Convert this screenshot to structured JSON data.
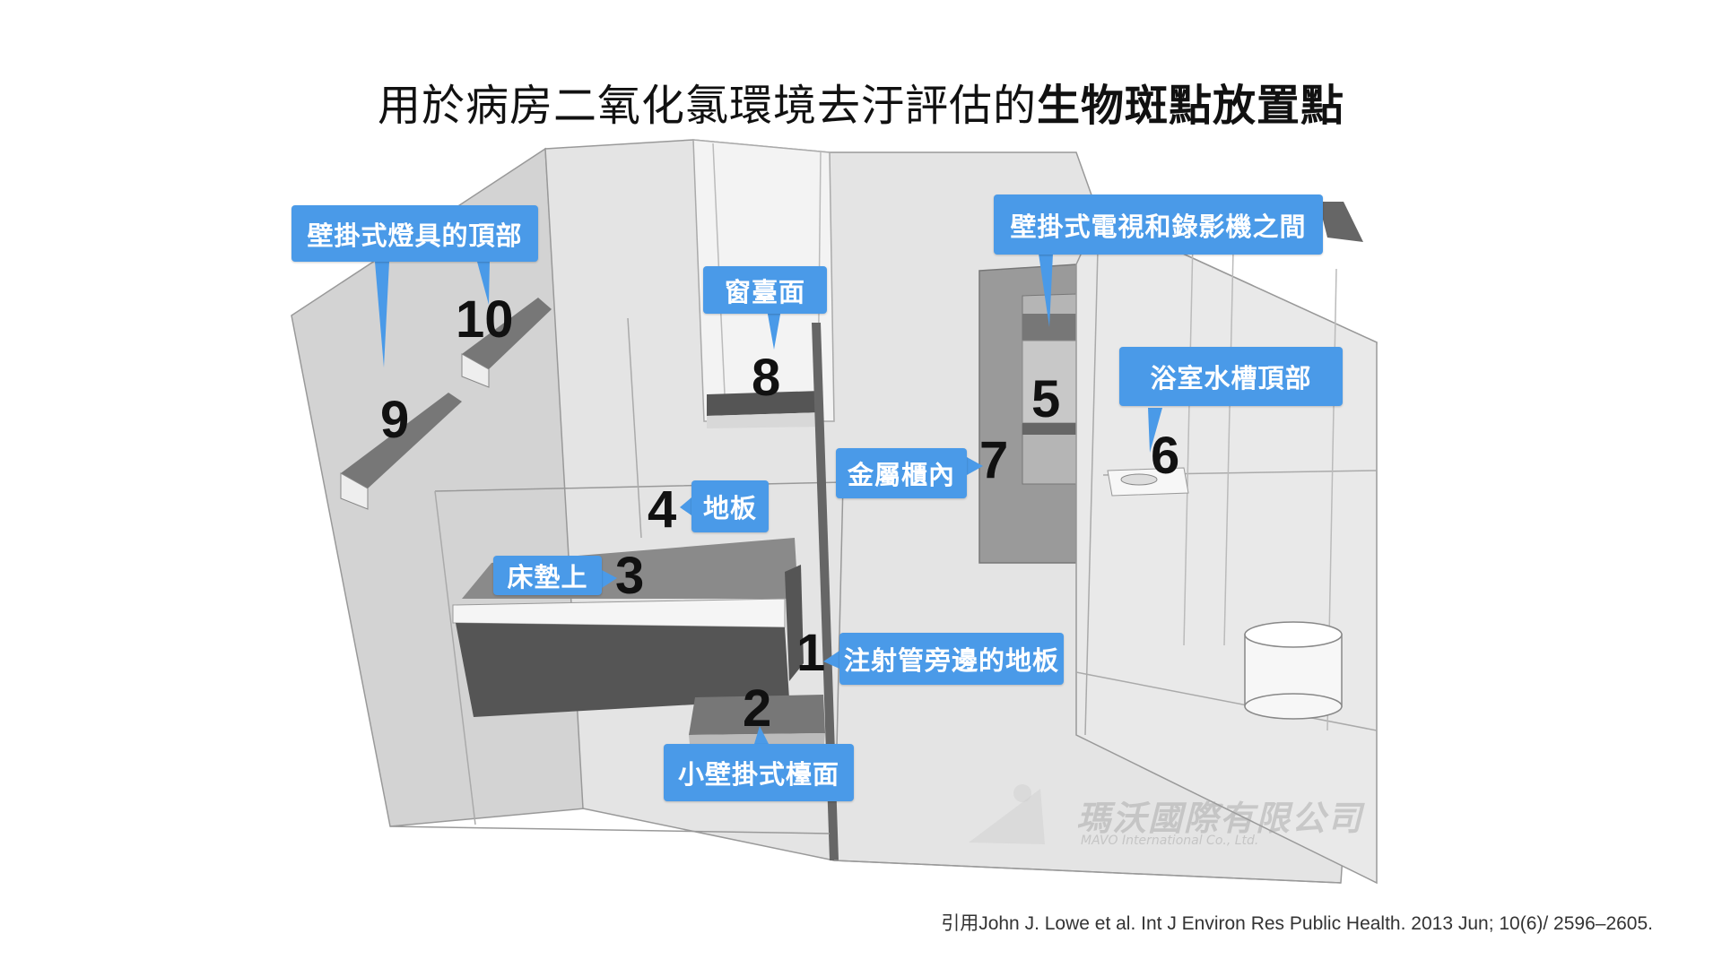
{
  "title": {
    "normal": "用於病房二氧化氯環境去汙評估的",
    "bold": "生物斑點放置點"
  },
  "callouts": {
    "c1": "注射管旁邊的地板",
    "c2": "小壁掛式檯面",
    "c3": "床墊上",
    "c4": "地板",
    "c5": "壁掛式電視和錄影機之間",
    "c6": "浴室水槽頂部",
    "c7": "金屬櫃內",
    "c8": "窗臺面",
    "c9_10": "壁掛式燈具的頂部"
  },
  "numbers": {
    "n1": "1",
    "n2": "2",
    "n3": "3",
    "n4": "4",
    "n5": "5",
    "n6": "6",
    "n7": "7",
    "n8": "8",
    "n9": "9",
    "n10": "10"
  },
  "watermark": {
    "main": "瑪沃國際有限公司",
    "sub": "MAVO International Co., Ltd."
  },
  "citation": "引用John J. Lowe et al. Int J Environ Res Public Health. 2013 Jun; 10(6)/ 2596–2605."
}
